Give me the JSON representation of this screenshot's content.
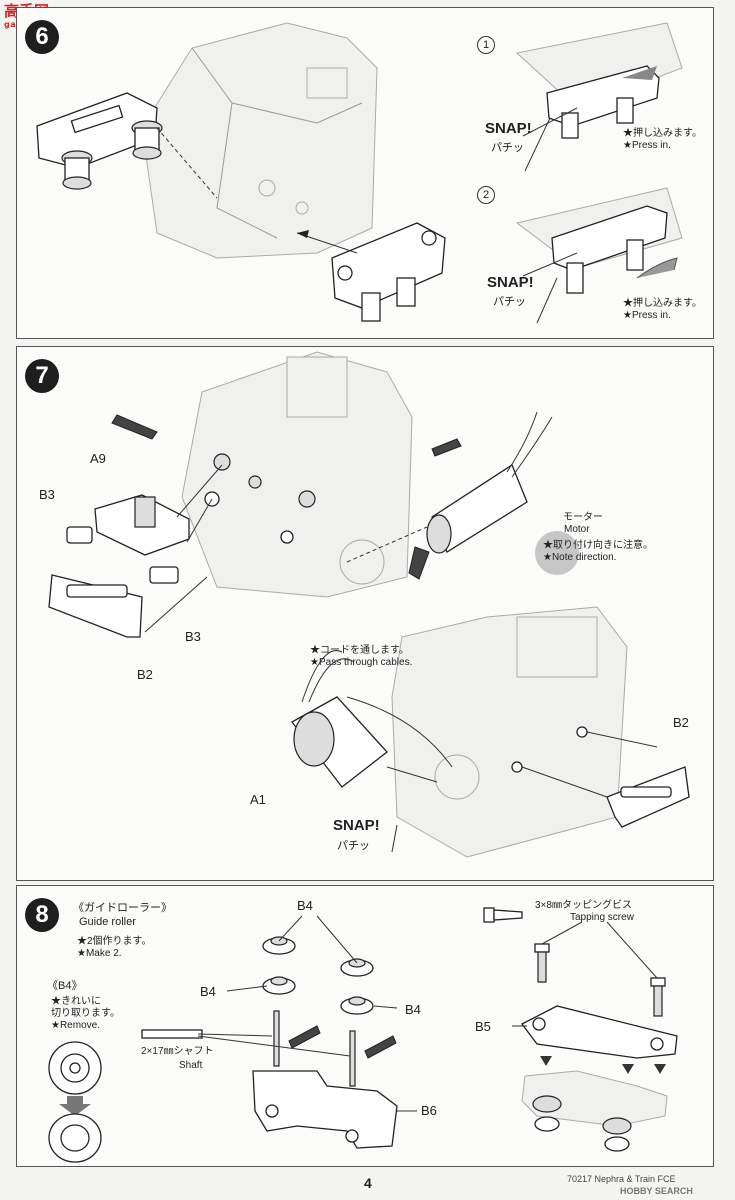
{
  "watermark": {
    "brand": "高手网",
    "sub": "gaoshou.net"
  },
  "step6": {
    "number": "6",
    "sub1": {
      "num": "1",
      "snap": "SNAP!",
      "snap_kana": "パチッ",
      "note_jp": "★押し込みます。",
      "note_en": "★Press in."
    },
    "sub2": {
      "num": "2",
      "snap": "SNAP!",
      "snap_kana": "パチッ",
      "note_jp": "★押し込みます。",
      "note_en": "★Press in."
    }
  },
  "step7": {
    "number": "7",
    "labels": {
      "a9": "A9",
      "b3_left": "B3",
      "b3_bottom": "B3",
      "b2_left": "B2",
      "b2_right": "B2",
      "a1": "A1"
    },
    "motor_jp": "モーター",
    "motor_en": "Motor",
    "note_jp": "★取り付け向きに注意。",
    "note_en": "★Note direction.",
    "cable_jp": "★コードを通します。",
    "cable_en": "★Pass through cables.",
    "snap": "SNAP!",
    "snap_kana": "パチッ"
  },
  "step8": {
    "number": "8",
    "title_jp": "《ガイドローラー》",
    "title_en": "Guide roller",
    "make_jp": "★2個作ります。",
    "make_en": "★Make 2.",
    "b4_title": "《B4》",
    "remove_jp1": "★きれいに",
    "remove_jp2": "切り取ります。",
    "remove_en": "★Remove.",
    "labels": {
      "b4_top": "B4",
      "b4_left": "B4",
      "b4_right": "B4",
      "b5": "B5",
      "b6": "B6"
    },
    "shaft_jp": "2×17㎜シャフト",
    "shaft_en": "Shaft",
    "screw_jp": "3×8㎜タッピングビス",
    "screw_en": "Tapping screw"
  },
  "footer": {
    "page": "4",
    "code": "70217 Nephra & Train FCE",
    "logo": "HOBBY SEARCH"
  }
}
